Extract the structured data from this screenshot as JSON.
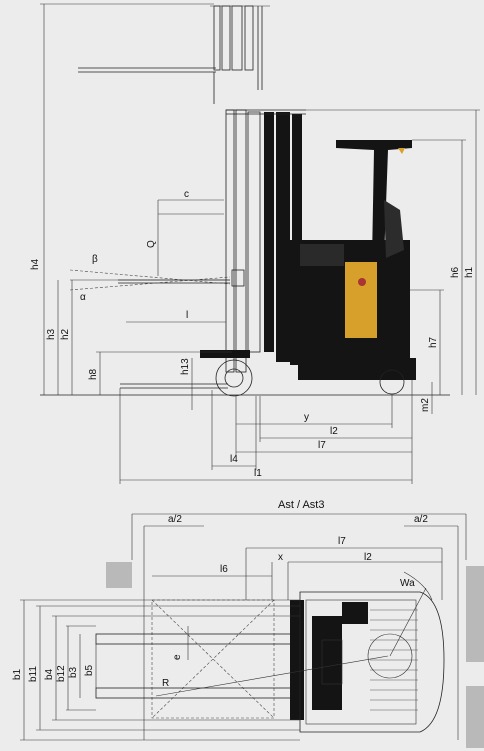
{
  "title": "Ast / Ast3",
  "side_view": {
    "labels": {
      "h4": "h4",
      "h3": "h3",
      "h2": "h2",
      "h8": "h8",
      "h13": "h13",
      "h6": "h6",
      "h1": "h1",
      "h7": "h7",
      "m2": "m2",
      "c": "c",
      "Q": "Q",
      "alpha": "α",
      "beta": "β",
      "l": "l",
      "y": "y",
      "l2": "l2",
      "l7": "l7",
      "l4": "l4",
      "l1": "l1"
    }
  },
  "top_view": {
    "labels": {
      "a2_left": "a/2",
      "a2_right": "a/2",
      "l7": "l7",
      "l6": "l6",
      "x": "x",
      "l2": "l2",
      "Wa": "Wa",
      "e": "e",
      "R": "R",
      "b1": "b1",
      "b11": "b11",
      "b4": "b4",
      "b12": "b12",
      "b3": "b3",
      "b5": "b5"
    }
  },
  "colors": {
    "background": "#ececec",
    "truck_body": "#141414",
    "accent": "#d6a02a",
    "gray_blocks": "#b9b9b9"
  }
}
